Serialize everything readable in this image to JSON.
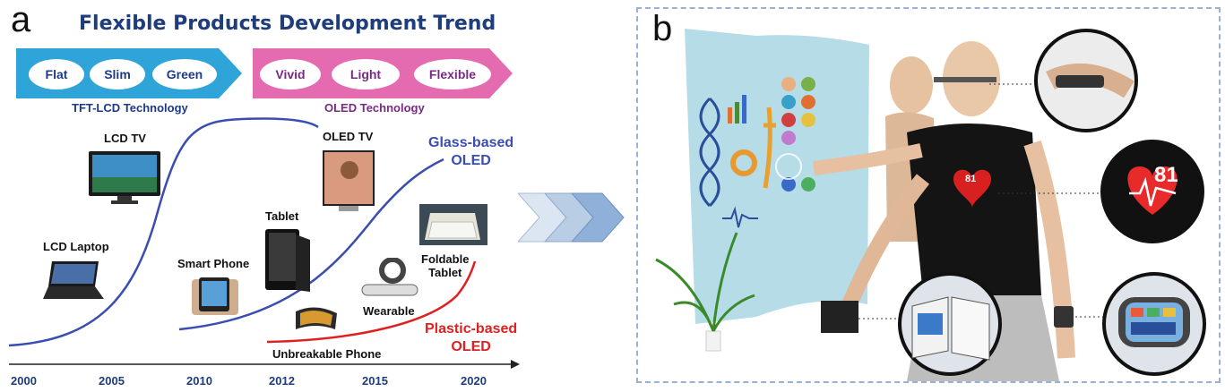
{
  "panel_a": {
    "letter": "a",
    "title": "Flexible Products Development Trend",
    "lcd_banner": {
      "pills": [
        "Flat",
        "Slim",
        "Green"
      ],
      "technology": "TFT-LCD Technology",
      "color": "#2fa4d8"
    },
    "oled_banner": {
      "pills": [
        "Vivid",
        "Light",
        "Flexible"
      ],
      "technology": "OLED Technology",
      "color": "#e46bb0"
    },
    "devices": {
      "lcd_laptop": "LCD Laptop",
      "lcd_tv": "LCD TV",
      "smart_phone": "Smart Phone",
      "tablet": "Tablet",
      "oled_tv": "OLED TV",
      "unbreakable_phone": "Unbreakable Phone",
      "wearable": "Wearable",
      "foldable_tablet_line1": "Foldable",
      "foldable_tablet_line2": "Tablet"
    },
    "glass_label_line1": "Glass-based",
    "glass_label_line2": "OLED",
    "plastic_label_line1": "Plastic-based",
    "plastic_label_line2": "OLED",
    "glass_color": "#3a4db0",
    "plastic_color": "#e02020",
    "years": [
      "2000",
      "2005",
      "2010",
      "2012",
      "2015",
      "2020"
    ]
  },
  "panel_b": {
    "letter": "b",
    "heart_rate_small": "81",
    "heart_rate_large": "81",
    "border_color": "#9ab0d6"
  }
}
